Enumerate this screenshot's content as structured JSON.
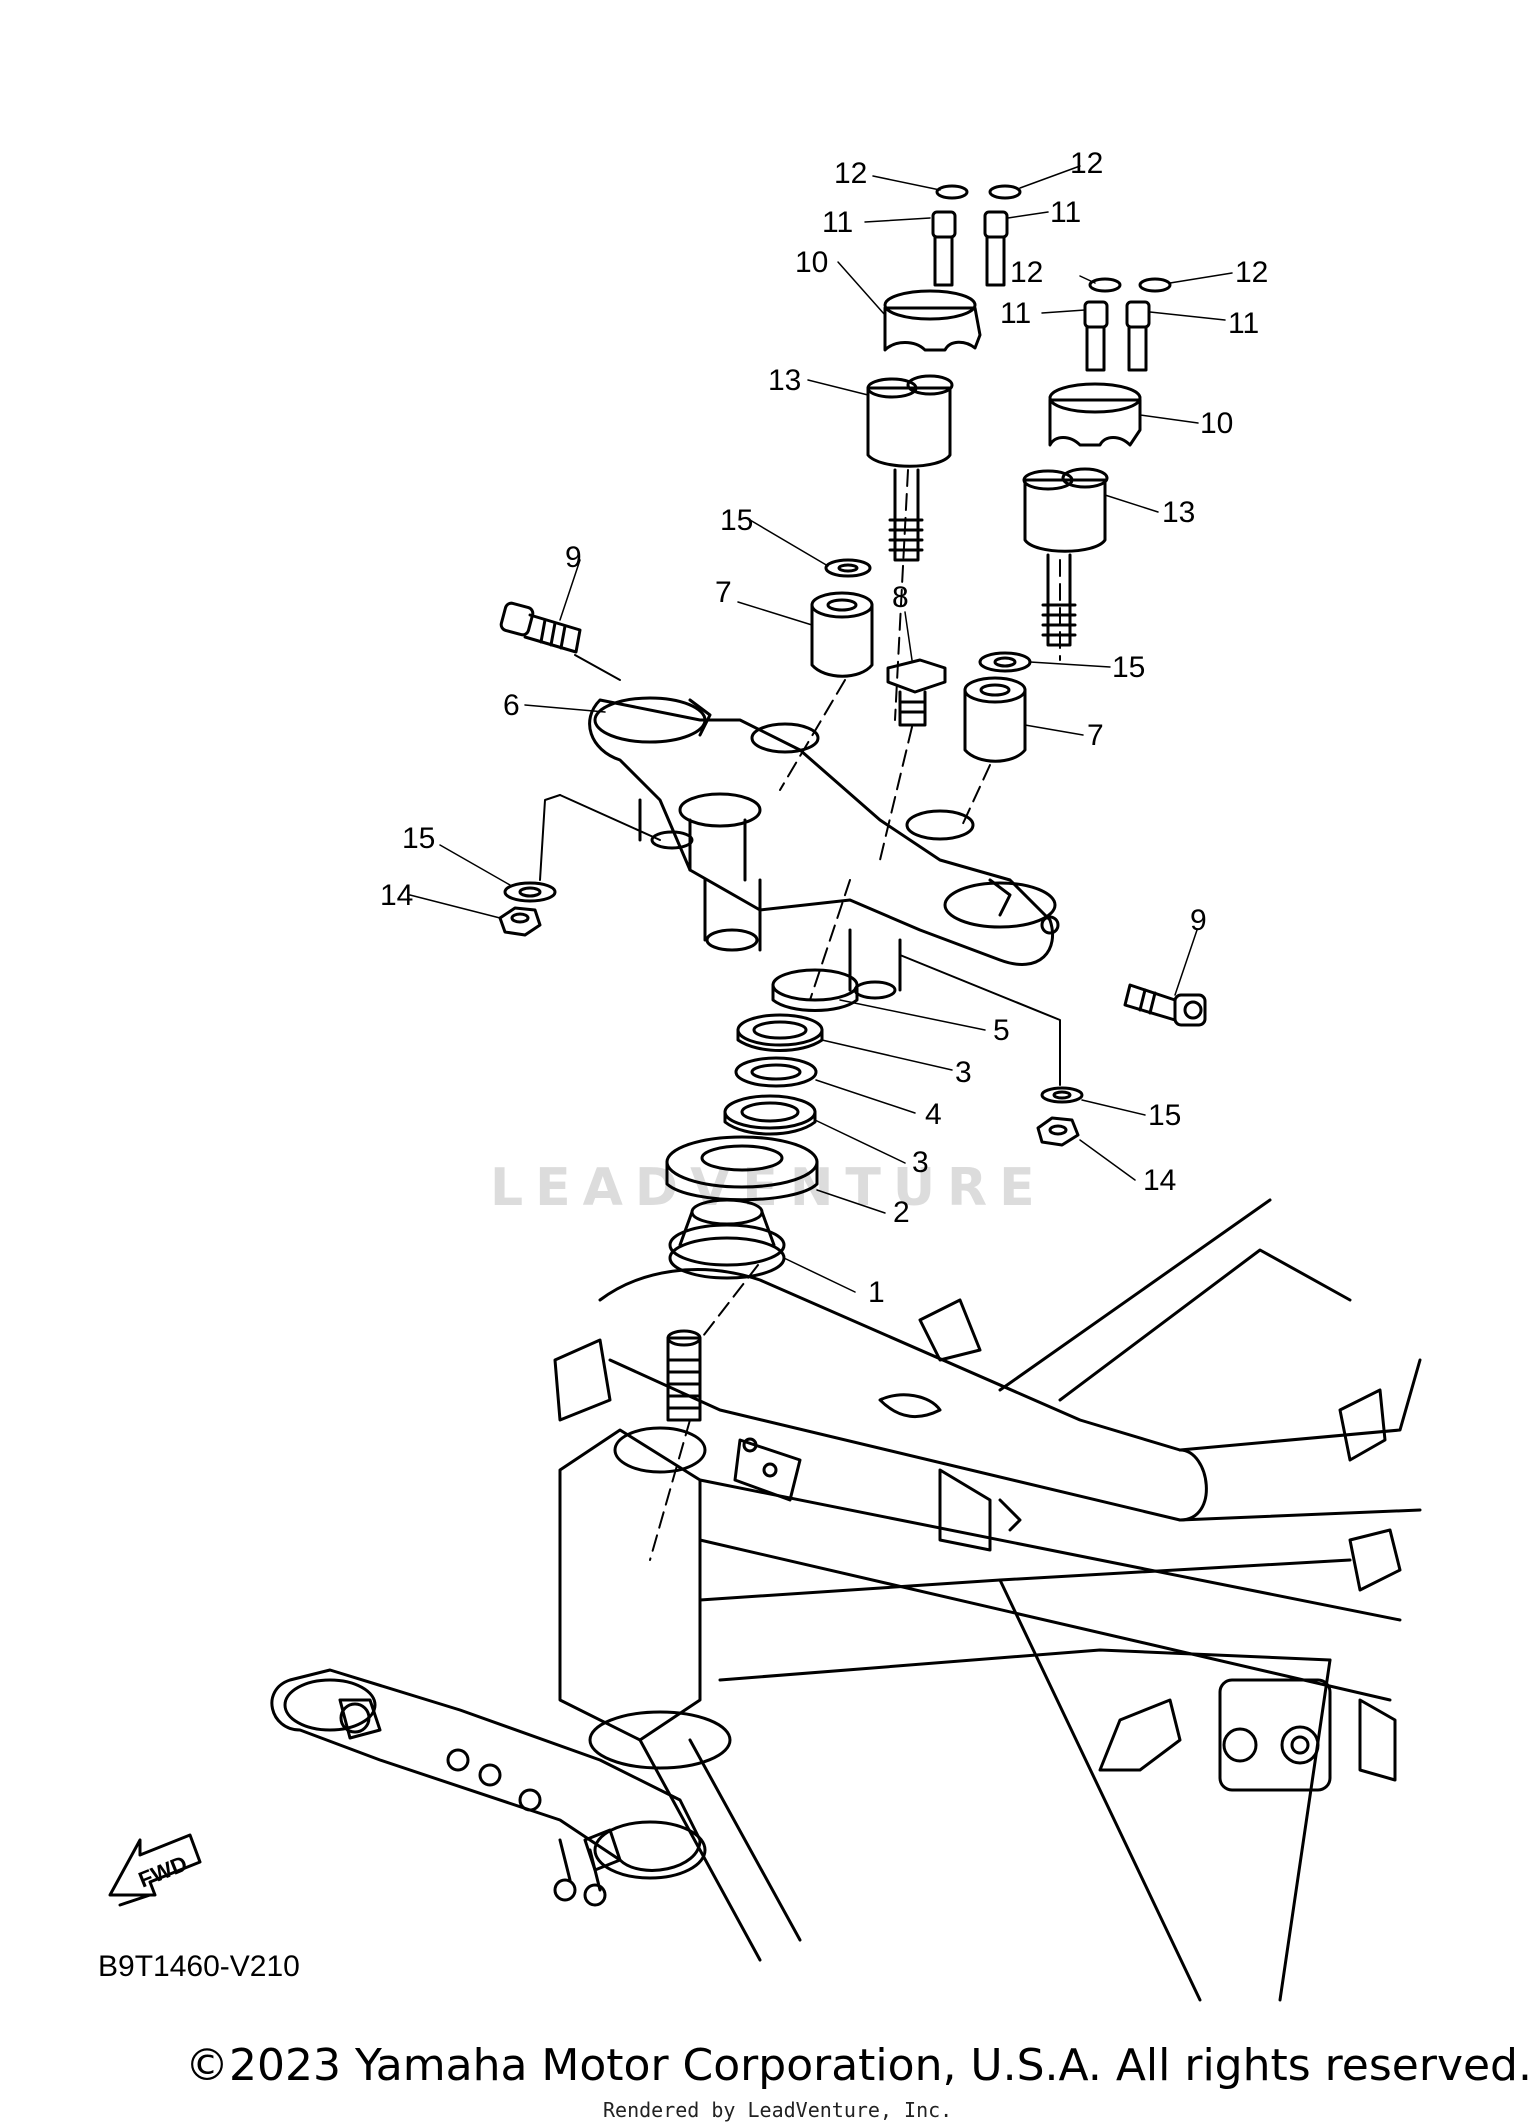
{
  "diagram": {
    "callouts": [
      {
        "id": "c12a",
        "text": "12"
      },
      {
        "id": "c12b",
        "text": "12"
      },
      {
        "id": "c12c",
        "text": "12"
      },
      {
        "id": "c12d",
        "text": "12"
      },
      {
        "id": "c11a",
        "text": "11"
      },
      {
        "id": "c11b",
        "text": "11"
      },
      {
        "id": "c11c",
        "text": "11"
      },
      {
        "id": "c11d",
        "text": "11"
      },
      {
        "id": "c10a",
        "text": "10"
      },
      {
        "id": "c10b",
        "text": "10"
      },
      {
        "id": "c13a",
        "text": "13"
      },
      {
        "id": "c13b",
        "text": "13"
      },
      {
        "id": "c15a",
        "text": "15"
      },
      {
        "id": "c15b",
        "text": "15"
      },
      {
        "id": "c15c",
        "text": "15"
      },
      {
        "id": "c15d",
        "text": "15"
      },
      {
        "id": "c9a",
        "text": "9"
      },
      {
        "id": "c9b",
        "text": "9"
      },
      {
        "id": "c7a",
        "text": "7"
      },
      {
        "id": "c7b",
        "text": "7"
      },
      {
        "id": "c8",
        "text": "8"
      },
      {
        "id": "c6",
        "text": "6"
      },
      {
        "id": "c14a",
        "text": "14"
      },
      {
        "id": "c14b",
        "text": "14"
      },
      {
        "id": "c5",
        "text": "5"
      },
      {
        "id": "c3a",
        "text": "3"
      },
      {
        "id": "c4",
        "text": "4"
      },
      {
        "id": "c3b",
        "text": "3"
      },
      {
        "id": "c2",
        "text": "2"
      },
      {
        "id": "c1",
        "text": "1"
      }
    ],
    "fwd_label": "FWD",
    "diagram_code": "B9T1460-V210",
    "watermark": "LEADVENTURE"
  },
  "footer": {
    "copyright": "©2023 Yamaha Motor Corporation, U.S.A. All rights reserved.",
    "rendered_by": "Rendered by LeadVenture, Inc."
  }
}
